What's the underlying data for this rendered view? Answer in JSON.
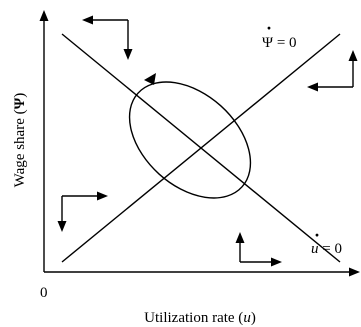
{
  "diagram": {
    "x_axis": {
      "title_prefix": "Utilization rate (",
      "symbol": "u",
      "title_suffix": ")"
    },
    "y_axis": {
      "title_prefix": "Wage share (",
      "symbol": "Ψ",
      "title_suffix": ")"
    },
    "origin_label": "0",
    "loci": [
      {
        "id": "psi-dot-locus",
        "symbol": "Ψ",
        "dot": "·",
        "equals": " = 0"
      },
      {
        "id": "u-dot-locus",
        "symbol": "u",
        "dot": "·",
        "equals": " = 0"
      }
    ],
    "direction_arrows": [
      {
        "region": "top-left",
        "horizontal": "left",
        "vertical": "down"
      },
      {
        "region": "right",
        "horizontal": "left",
        "vertical": "up"
      },
      {
        "region": "bottom-left",
        "horizontal": "right",
        "vertical": "down"
      },
      {
        "region": "bottom-right",
        "horizontal": "right",
        "vertical": "up"
      }
    ],
    "orbit": {
      "direction": "counterclockwise"
    }
  }
}
